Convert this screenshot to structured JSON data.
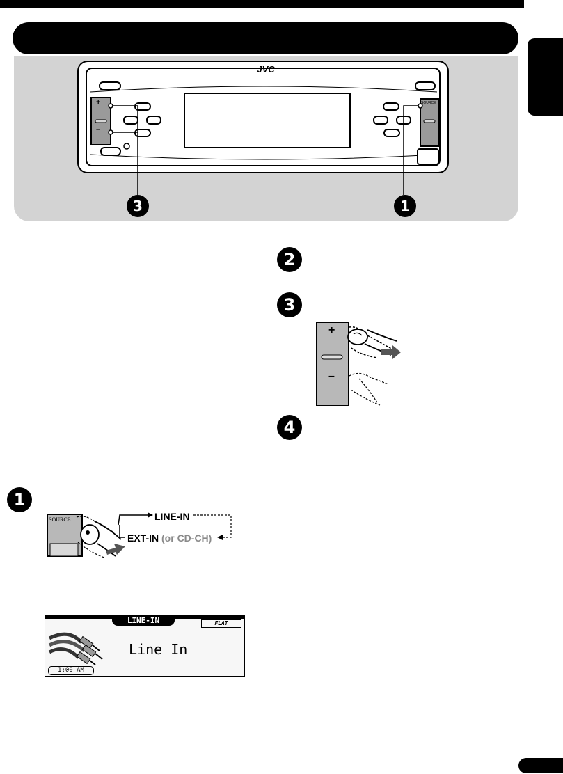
{
  "device": {
    "brand": "JVC",
    "source_button_label": "SOURCE",
    "plus_label": "+",
    "minus_label": "–",
    "callout_left": "3",
    "callout_right": "1"
  },
  "steps": {
    "step2": "2",
    "step3": "3",
    "step4": "4",
    "step1": "1"
  },
  "step3_illustration": {
    "plus_label": "+",
    "minus_label": "–"
  },
  "step1_illustration": {
    "source_label": "SOURCE",
    "cycle": {
      "item1": "LINE-IN",
      "item2": "EXT-IN",
      "item2_note": "(or CD-CH)"
    }
  },
  "display": {
    "mode_tab": "LINE-IN",
    "eq_badge": "FLAT",
    "main_text": "Line In",
    "clock": "1:00  AM"
  }
}
